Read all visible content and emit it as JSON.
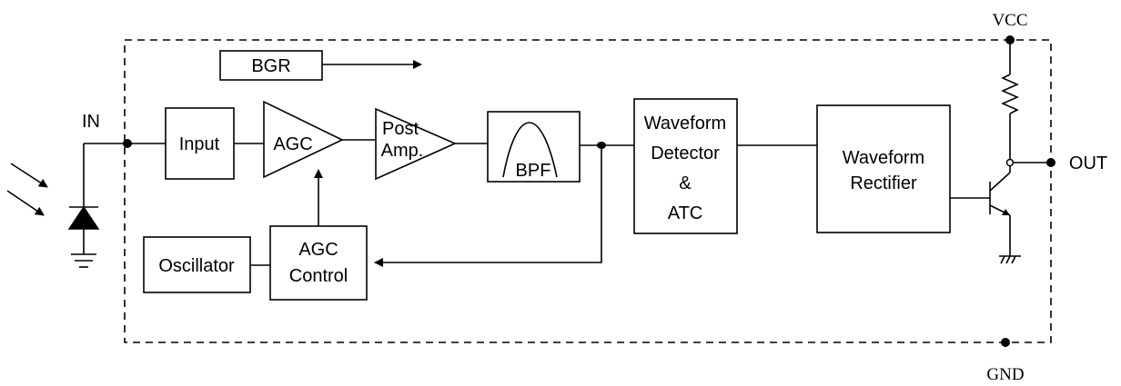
{
  "diagram": {
    "pins": {
      "vcc": "VCC",
      "gnd": "GND",
      "in": "IN",
      "out": "OUT"
    },
    "blocks": {
      "bgr": "BGR",
      "input": "Input",
      "agc": "AGC",
      "post_amp_line1": "Post",
      "post_amp_line2": "Amp.",
      "bpf": "BPF",
      "waveform_detector": [
        "Waveform",
        "Detector",
        "&",
        "ATC"
      ],
      "waveform_rectifier": [
        "Waveform",
        "Rectifier"
      ],
      "oscillator": "Oscillator",
      "agc_control": [
        "AGC",
        "Control"
      ]
    }
  }
}
